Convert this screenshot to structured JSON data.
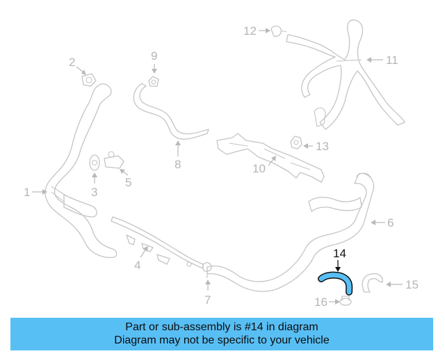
{
  "diagram": {
    "callouts": {
      "c1": "1",
      "c2": "2",
      "c3": "3",
      "c4": "4",
      "c5": "5",
      "c6": "6",
      "c7": "7",
      "c8": "8",
      "c9": "9",
      "c10": "10",
      "c11": "11",
      "c12": "12",
      "c13": "13",
      "c14": "14",
      "c15": "15",
      "c16": "16"
    },
    "highlighted_part": "14",
    "colors": {
      "highlight": "#58bff5",
      "part_stroke": "#c4c4c4",
      "label": "#b5b5b5"
    }
  },
  "banner": {
    "line1": "Part or sub-assembly is #14 in diagram",
    "line2": "Diagram may not be specific to your vehicle",
    "background": "#58bff5"
  }
}
